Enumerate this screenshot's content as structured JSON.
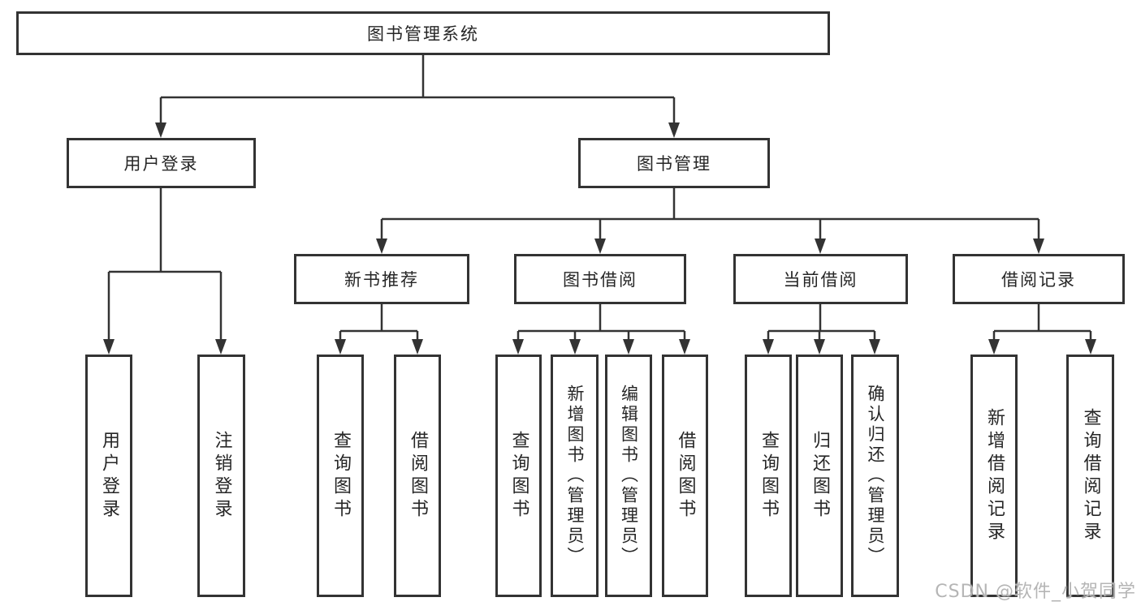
{
  "diagram": {
    "title": "图书管理系统",
    "root": {
      "label": "图书管理系统"
    },
    "level2": {
      "user_login": {
        "label": "用户登录"
      },
      "book_mgmt": {
        "label": "图书管理"
      }
    },
    "level3": {
      "new_book_rec": {
        "label": "新书推荐"
      },
      "book_borrow": {
        "label": "图书借阅"
      },
      "current_borrow": {
        "label": "当前借阅"
      },
      "borrow_record": {
        "label": "借阅记录"
      }
    },
    "leaves": {
      "login": {
        "label": "用户登录"
      },
      "logout": {
        "label": "注销登录"
      },
      "rec_query_books": {
        "label": "查询图书"
      },
      "rec_borrow_books": {
        "label": "借阅图书"
      },
      "borrow_query_books": {
        "label": "查询图书"
      },
      "borrow_add_books": {
        "label": "新增图书（管理员）"
      },
      "borrow_edit_books": {
        "label": "编辑图书（管理员）"
      },
      "borrow_borrow_books": {
        "label": "借阅图书"
      },
      "current_query_books": {
        "label": "查询图书"
      },
      "current_return_books": {
        "label": "归还图书"
      },
      "current_confirm_return": {
        "label": "确认归还（管理员）"
      },
      "record_add_record": {
        "label": "新增借阅记录"
      },
      "record_query_record": {
        "label": "查询借阅记录"
      }
    }
  },
  "watermark": {
    "text": "CSDN @软件_小贺同学"
  },
  "colors": {
    "background": "#ffffff",
    "box_border": "#333333",
    "connector": "#333333",
    "text": "#262626",
    "watermark": "#b5b5b5"
  }
}
